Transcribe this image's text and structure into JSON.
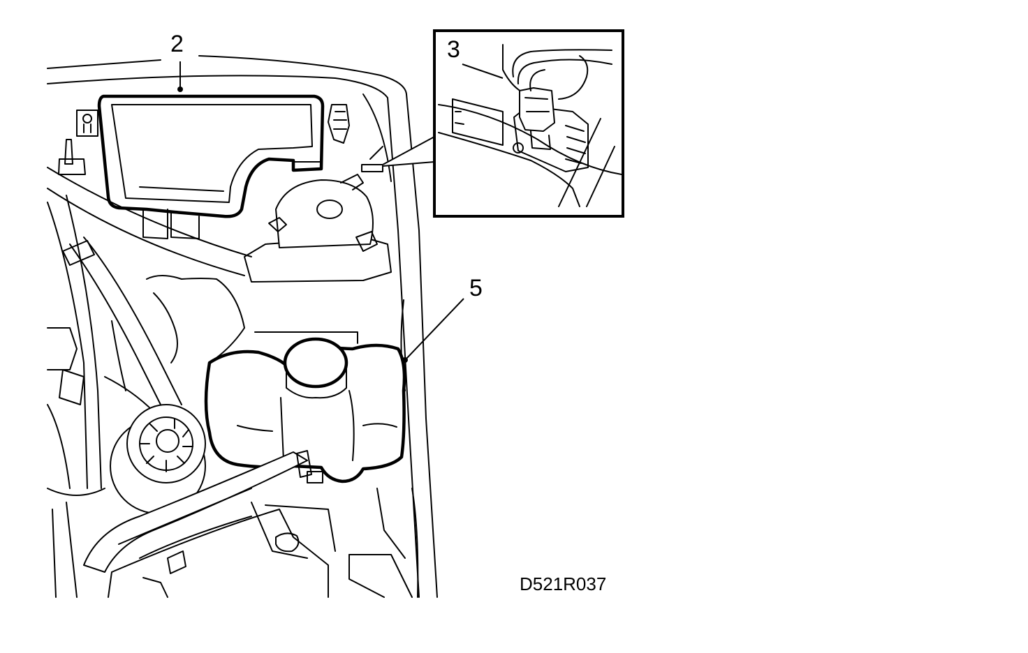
{
  "diagram": {
    "callouts": [
      {
        "id": "fuse-box-cover",
        "label": "2"
      },
      {
        "id": "connector-detail",
        "label": "3"
      },
      {
        "id": "expansion-tank",
        "label": "5"
      }
    ],
    "reference_code": "D521R037"
  }
}
